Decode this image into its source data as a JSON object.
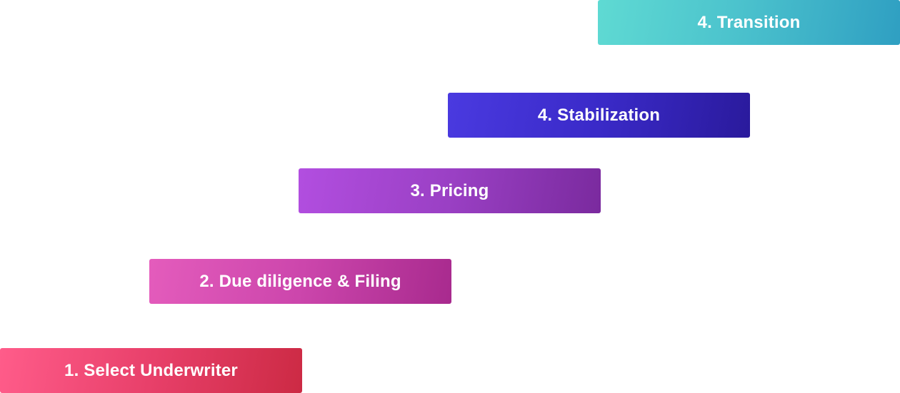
{
  "steps": [
    {
      "label": "1. Select Underwriter",
      "color_start": "#ff5c8a",
      "color_end": "#cc2a44"
    },
    {
      "label": "2. Due diligence & Filing",
      "color_start": "#e45cbc",
      "color_end": "#a82a8e"
    },
    {
      "label": "3. Pricing",
      "color_start": "#b24ee0",
      "color_end": "#7a2a9e"
    },
    {
      "label": "4. Stabilization",
      "color_start": "#4a3ae0",
      "color_end": "#2a1a9c"
    },
    {
      "label": "4. Transition",
      "color_start": "#5fdad3",
      "color_end": "#2f9fc2"
    }
  ]
}
